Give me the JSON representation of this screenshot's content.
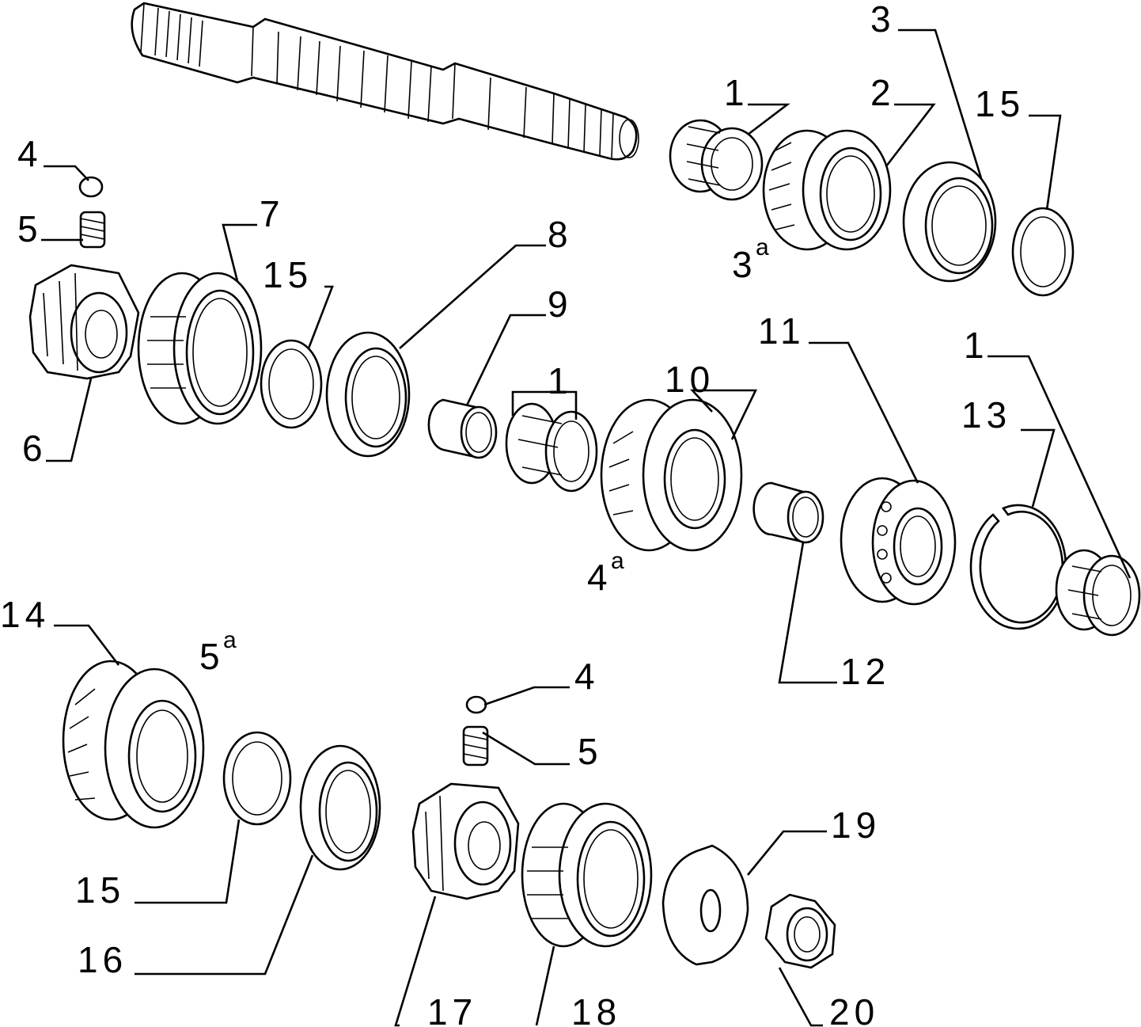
{
  "callouts": {
    "c1a": "1",
    "c2": "2",
    "c3": "3",
    "c15a": "15",
    "c3a": "3",
    "c3a_sup": "a",
    "c4a": "4",
    "c5a": "5",
    "c6": "6",
    "c7": "7",
    "c15b": "15",
    "c8": "8",
    "c9": "9",
    "c1b": "1",
    "c10": "10",
    "c4th": "4",
    "c4th_sup": "a",
    "c11": "11",
    "c1c": "1",
    "c13": "13",
    "c12": "12",
    "c14": "14",
    "c5th": "5",
    "c5th_sup": "a",
    "c4b": "4",
    "c5b": "5",
    "c19": "19",
    "c15c": "15",
    "c16": "16",
    "c17": "17",
    "c18": "18",
    "c20": "20"
  },
  "parts": [
    "output-shaft",
    "needle-bearing",
    "gear",
    "synchro-ring",
    "retaining-ring",
    "plunger",
    "spring",
    "synchro-hub",
    "sliding-sleeve",
    "spacer-bush",
    "bearing",
    "snap-ring",
    "thrust-washer",
    "lock-nut"
  ]
}
